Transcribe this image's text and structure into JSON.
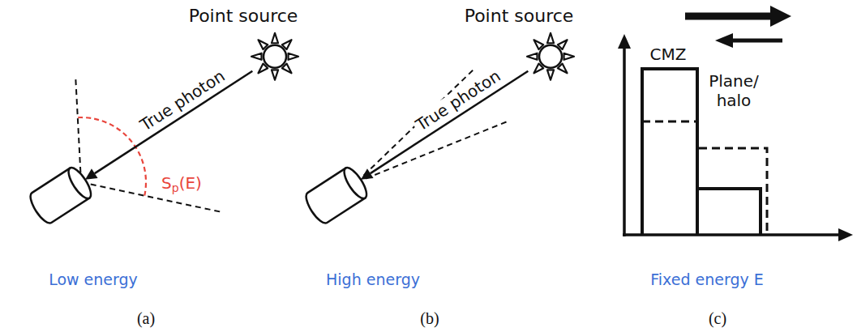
{
  "diagram": {
    "labels": [
      "Point source",
      "True photon",
      "Sp(E)",
      "Low energy",
      "(a)",
      "Point source",
      "True photon",
      "High energy",
      "(b)",
      "CMZ",
      "Plane/ halo",
      "Fixed energy E",
      "(c)"
    ]
  }
}
